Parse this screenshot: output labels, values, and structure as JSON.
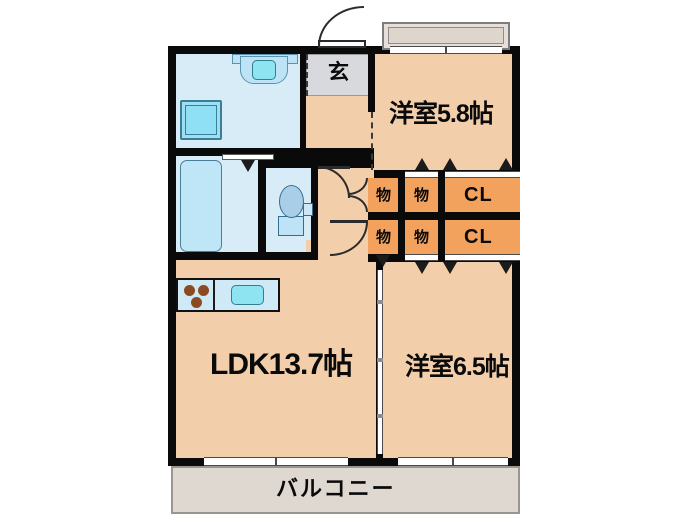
{
  "plan": {
    "type": "japanese-floor-plan",
    "layout_code": "2LDK",
    "rooms": [
      {
        "id": "washroom",
        "label": "",
        "kind": "sanitary"
      },
      {
        "id": "bath",
        "label": "",
        "kind": "sanitary"
      },
      {
        "id": "toilet",
        "label": "",
        "kind": "sanitary"
      },
      {
        "id": "genkan",
        "label": "玄",
        "kind": "entrance"
      },
      {
        "id": "bedroom1",
        "label": "洋室5.8帖",
        "kind": "western-room",
        "size_jo": 5.8
      },
      {
        "id": "bedroom2",
        "label": "洋室6.5帖",
        "kind": "western-room",
        "size_jo": 6.5
      },
      {
        "id": "ldk",
        "label": "LDK13.7帖",
        "kind": "living-dining-kitchen",
        "size_jo": 13.7
      },
      {
        "id": "balcony",
        "label": "バルコニー",
        "kind": "balcony"
      }
    ],
    "storage": [
      {
        "id": "mono-top-left",
        "label": "物"
      },
      {
        "id": "mono-top-right",
        "label": "物"
      },
      {
        "id": "cl-top",
        "label": "CL"
      },
      {
        "id": "mono-bot-left",
        "label": "物"
      },
      {
        "id": "mono-bot-right",
        "label": "物"
      },
      {
        "id": "cl-bottom",
        "label": "CL"
      }
    ],
    "colors": {
      "room_fill": "#f3ceab",
      "closet_fill": "#f2a25c",
      "water_fill": "#d8ecf8",
      "genkan_fill": "#d8d9dc",
      "balcony_fill": "#dfd8d0",
      "wall": "#0a0a0a",
      "background": "#ffffff"
    }
  }
}
